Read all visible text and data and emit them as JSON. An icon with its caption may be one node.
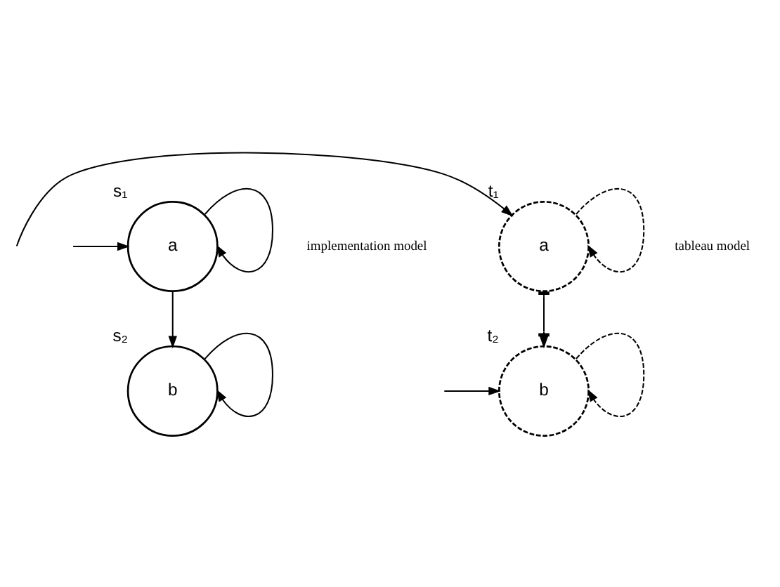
{
  "diagram": {
    "nodes": [
      {
        "text": [
          "a"
        ],
        "beside": [
          "s₁"
        ]
      },
      {
        "text": [
          "b"
        ],
        "beside": [
          "s₂"
        ]
      },
      {
        "text": [
          "a"
        ],
        "beside": [
          "t₁"
        ]
      },
      {
        "text": [
          "b"
        ],
        "beside": [
          "t₂"
        ]
      }
    ],
    "edges": [
      {
        "from": null,
        "to": 0,
        "arrow": "to"
      },
      {
        "from": 0,
        "to": 0,
        "arrow": "to"
      },
      {
        "from": 0,
        "to": 1,
        "arrow": "to"
      },
      {
        "from": 1,
        "to": 1,
        "arrow": "to"
      },
      {
        "from": null,
        "to": 2,
        "arrow": "to"
      },
      {
        "from": 2,
        "to": 2,
        "arrow": "to",
        "style": "dashed"
      },
      {
        "from": 2,
        "to": 3,
        "arrow": "to"
      },
      {
        "from": null,
        "to": 3,
        "arrow": "to"
      },
      {
        "from": 3,
        "to": 3,
        "arrow": "to",
        "style": "dashed"
      }
    ],
    "labels": [
      "implementation model",
      "tableau model"
    ]
  }
}
